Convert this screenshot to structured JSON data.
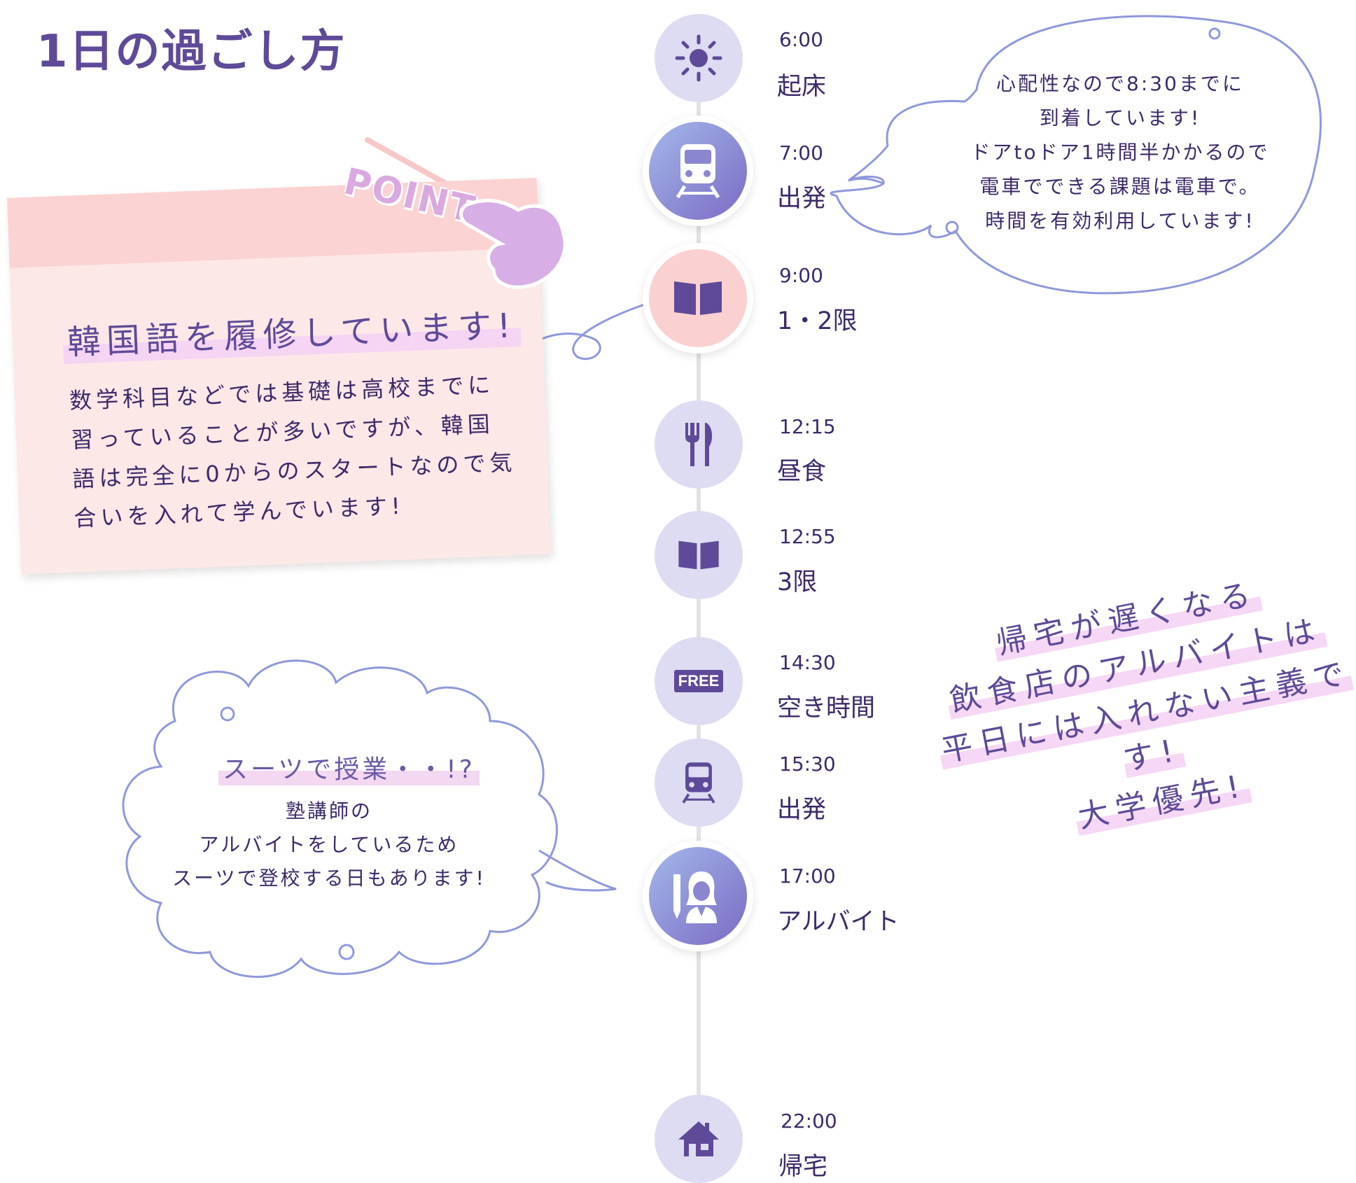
{
  "page": {
    "title": "1日の過ごし方"
  },
  "timeline": [
    {
      "time": "6:00",
      "label": "起床",
      "icon": "sun-icon"
    },
    {
      "time": "7:00",
      "label": "出発",
      "icon": "train-icon"
    },
    {
      "time": "9:00",
      "label": "1・2限",
      "icon": "book-icon"
    },
    {
      "time": "12:15",
      "label": "昼食",
      "icon": "fork-knife-icon"
    },
    {
      "time": "12:55",
      "label": "3限",
      "icon": "book-icon"
    },
    {
      "time": "14:30",
      "label": "空き時間",
      "icon": "free-badge-icon"
    },
    {
      "time": "15:30",
      "label": "出発",
      "icon": "train-icon"
    },
    {
      "time": "17:00",
      "label": "アルバイト",
      "icon": "teacher-icon"
    },
    {
      "time": "22:00",
      "label": "帰宅",
      "icon": "house-icon"
    }
  ],
  "free_badge": "FREE",
  "point_card": {
    "tag": "POINT",
    "heading": "韓国語を履修しています!",
    "body": "数学科目などでは基礎は高校までに習っていることが多いですが、韓国語は完全に0からのスタートなので気合いを入れて学んでいます!"
  },
  "speech_bubble": {
    "lines": [
      "心配性なので8:30までに",
      "到着しています!",
      "ドアtoドア1時間半かかるので",
      "電車でできる課題は電車で。",
      "時間を有効利用しています!"
    ]
  },
  "cloud_bubble": {
    "title": "スーツで授業・・!?",
    "lines": [
      "塾講師の",
      "アルバイトをしているため",
      "スーツで登校する日もあります!"
    ]
  },
  "note": {
    "lines": [
      "帰宅が遅くなる",
      "飲食店のアルバイトは",
      "平日には入れない主義です!",
      "大学優先!"
    ]
  },
  "colors": {
    "title": "#5e4a98",
    "text": "#3d2a6a",
    "node_light": "#dddcf2",
    "node_pink": "#fbd0d0",
    "bubble_line": "#8f98dc",
    "card": "#fde8e8"
  }
}
